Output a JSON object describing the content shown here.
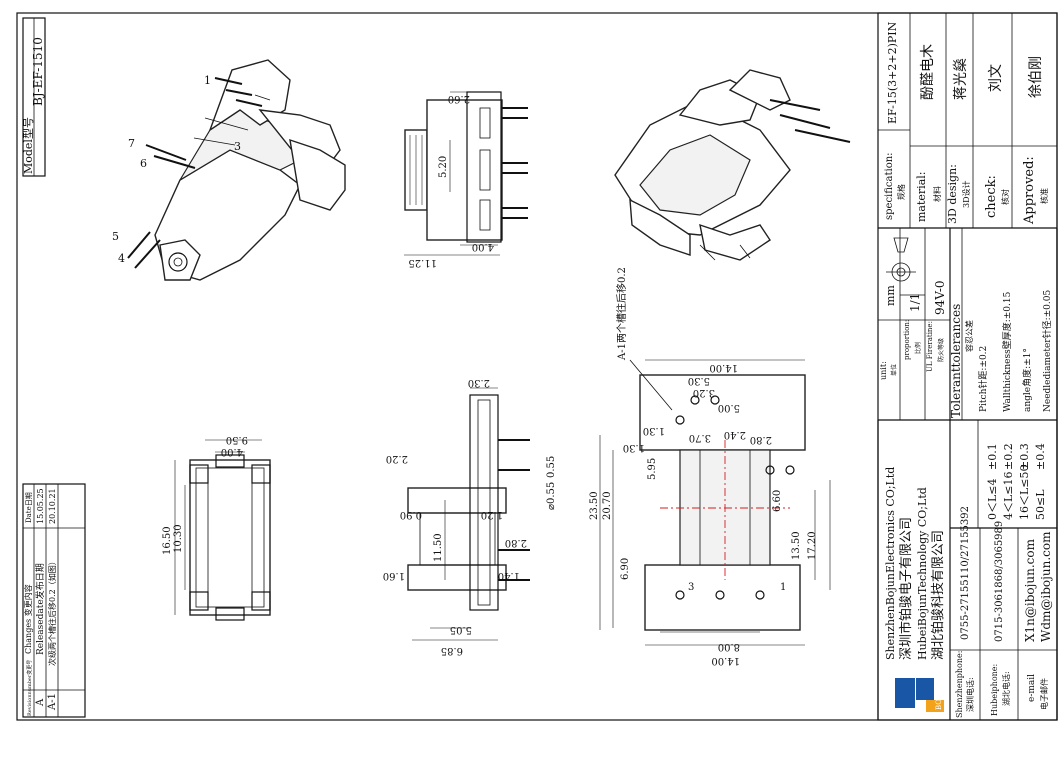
{
  "model": {
    "label": "Model型号",
    "value": "BJ-EF-1510"
  },
  "changes": {
    "header": {
      "number": "Revisionnumber变更号",
      "content": "Changes 变更内容",
      "date": "Date日期"
    },
    "rows": [
      {
        "number": "A",
        "content": "Releasedate发布日期",
        "date": "15.05.25"
      },
      {
        "number": "A-1",
        "content": "次级两个槽往后移0.2（如图）",
        "date": "20.10.21"
      }
    ]
  },
  "title_block": {
    "specification": {
      "label": "specification:",
      "sub": "规格",
      "value": "EF-15(3+2+2)PIN"
    },
    "material": {
      "label": "material:",
      "sub": "材料",
      "value": "酚醛电木"
    },
    "design": {
      "label": "3D design:",
      "sub": "3D设计",
      "value": "蒋光燊"
    },
    "check": {
      "label": "check:",
      "sub": "核对",
      "value": "刘文"
    },
    "approved": {
      "label": "Approved:",
      "sub": "核准",
      "value": "徐伯刚"
    },
    "unit": {
      "label": "unit:",
      "sub": "单位",
      "value": "mm"
    },
    "proportion": {
      "label": "proportion:",
      "sub": "比例",
      "value": "1/1"
    },
    "ul": {
      "label": "UL Fireratine:",
      "sub": "防火等级",
      "value": "94V-0"
    },
    "tolerances": {
      "label": "Toleranttolerances",
      "sub": "容忍公差",
      "rows": [
        {
          "range": "0＜L≤4",
          "tol": "±0.1"
        },
        {
          "range": "4＜L≤16",
          "tol": "±0.2"
        },
        {
          "range": "16＜L≤50",
          "tol": "±0.3"
        },
        {
          "range": "50≤L",
          "tol": "±0.4"
        }
      ],
      "notes": [
        "Pitch针距:±0.2",
        "Wallthickness壁厚度:±0.15",
        "angle角度:±1°",
        "Needlediameter针径:±0.05"
      ]
    },
    "company": {
      "en1": "ShenzhenBojunElectronics CO;Ltd",
      "cn1": "深圳市铂骏电子有限公司",
      "en2": "HubeiBojunTechnology CO;Ltd",
      "cn2": "湖北铂骏科技有限公司",
      "logo_text": "BOJUN"
    },
    "contacts": [
      {
        "label": "Shenzhenphone:",
        "sub": "深圳电话:",
        "value": "0755-27155110/27155392"
      },
      {
        "label": "Hubeiphone:",
        "sub": "湖北电话:",
        "value": "0715-3061868/3065989"
      },
      {
        "label": "e-mail",
        "sub": "电子邮件",
        "value": "X1n@ibojun.com",
        "value2": "Wdm@ibojun.com"
      }
    ]
  },
  "dimensions": {
    "side": [
      "2.60",
      "5.20",
      "4.00",
      "11.25"
    ],
    "front": [
      "9.50",
      "4.00",
      "16.50",
      "10.30"
    ],
    "middle": [
      "2.30",
      "2.20",
      "0.90",
      "1.20",
      "2.80",
      "11.50",
      "1.60",
      "1.40",
      "5.05",
      "6.85",
      "0.55"
    ],
    "main": [
      "14.00",
      "5.30",
      "3.20",
      "5.00",
      "2.40",
      "1.30",
      "3.70",
      "2.80",
      "1.30",
      "5.95",
      "23.50",
      "20.70",
      "6.60",
      "13.50",
      "17.20",
      "6.90",
      "8.00",
      "14.00"
    ],
    "note": "A-1两个槽往后移0.2",
    "position_tol": "⌀0.55",
    "pin_numbers": [
      "1",
      "3",
      "7",
      "6",
      "5",
      "4"
    ]
  }
}
